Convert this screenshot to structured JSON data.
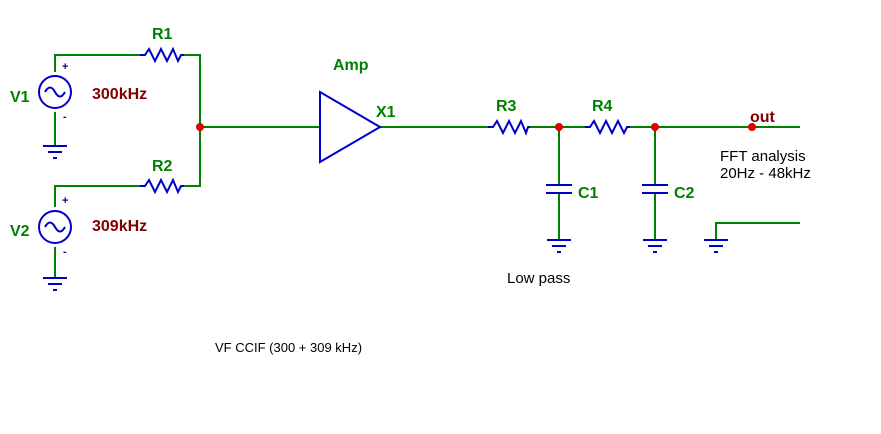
{
  "components": {
    "v1": {
      "name": "V1",
      "freq": "300kHz"
    },
    "v2": {
      "name": "V2",
      "freq": "309kHz"
    },
    "r1": "R1",
    "r2": "R2",
    "r3": "R3",
    "r4": "R4",
    "c1": "C1",
    "c2": "C2",
    "amp_title": "Amp",
    "amp_name": "X1"
  },
  "labels": {
    "out": "out",
    "fft_line1": "FFT analysis",
    "fft_line2": "20Hz - 48kHz",
    "low_pass": "Low pass",
    "caption": "VF CCIF (300 + 309 kHz)",
    "plus": "+",
    "minus": "-"
  },
  "colors": {
    "wire": "#008000",
    "component": "#0000c8",
    "node": "#e00000",
    "label_green": "#008000",
    "label_red": "#800000"
  }
}
